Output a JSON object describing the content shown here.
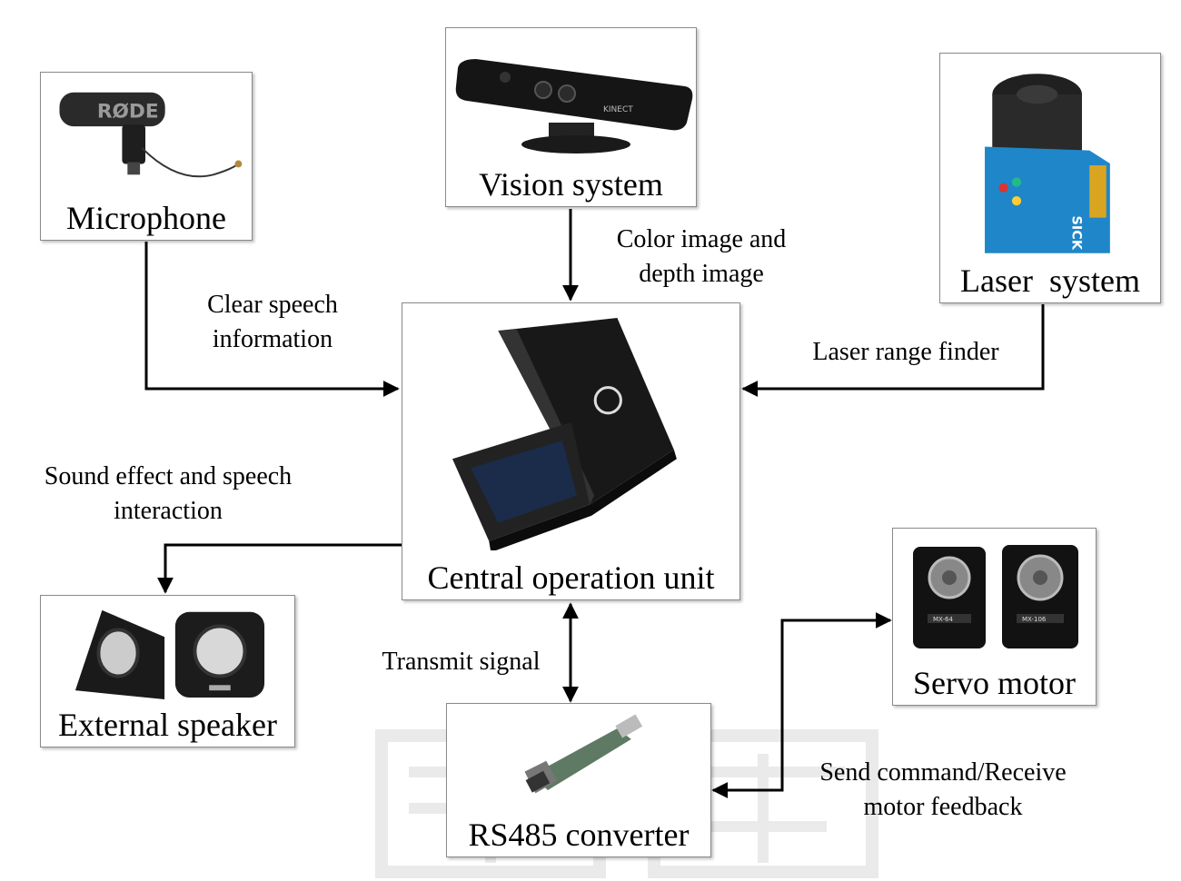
{
  "nodes": {
    "microphone": {
      "label": "Microphone",
      "logo_text": "RØDE"
    },
    "vision": {
      "label": "Vision system",
      "logo_text": "KINECT"
    },
    "laser": {
      "label": "Laser  system",
      "logo_text": "SICK"
    },
    "central": {
      "label": "Central operation unit"
    },
    "speaker": {
      "label": "External speaker"
    },
    "servo": {
      "label": "Servo motor",
      "model_1": "MX-64",
      "model_2": "MX-106"
    },
    "rs485": {
      "label": "RS485 converter"
    }
  },
  "edges": {
    "vision_to_central": [
      "Color image and",
      "depth image"
    ],
    "mic_to_central": [
      "Clear speech",
      "information"
    ],
    "laser_to_central": [
      "Laser range finder"
    ],
    "central_to_speaker": [
      "Sound effect and speech",
      "interaction"
    ],
    "central_rs485": [
      "Transmit signal"
    ],
    "rs485_servo": [
      "Send command/Receive",
      "motor feedback"
    ]
  }
}
